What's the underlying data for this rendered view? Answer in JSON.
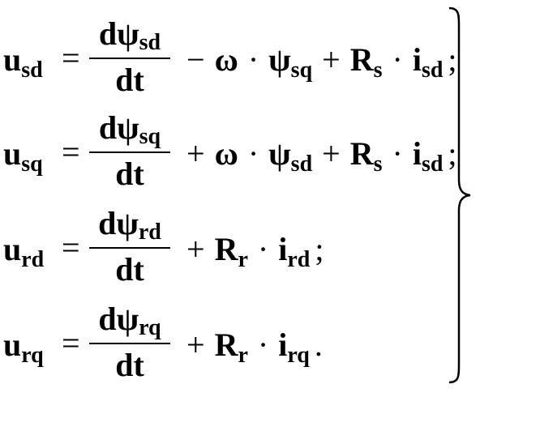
{
  "equations": [
    {
      "lhs_main": "u",
      "lhs_sub": "sd",
      "num_main": "dψ",
      "num_sub": "sd",
      "den": "dt",
      "rhs": [
        {
          "t": "op",
          "v": "−"
        },
        {
          "t": "sym",
          "v": "ω"
        },
        {
          "t": "op",
          "v": "·"
        },
        {
          "t": "sym",
          "v": "ψ"
        },
        {
          "t": "sub",
          "v": "sq"
        },
        {
          "t": "op",
          "v": "+"
        },
        {
          "t": "sym",
          "v": "R"
        },
        {
          "t": "sub",
          "v": "s"
        },
        {
          "t": "op",
          "v": "·"
        },
        {
          "t": "sym",
          "v": "i"
        },
        {
          "t": "sub",
          "v": "sd"
        },
        {
          "t": "op",
          "v": ";"
        }
      ]
    },
    {
      "lhs_main": "u",
      "lhs_sub": "sq",
      "num_main": "dψ",
      "num_sub": "sq",
      "den": "dt",
      "rhs": [
        {
          "t": "op",
          "v": "+"
        },
        {
          "t": "sym",
          "v": "ω"
        },
        {
          "t": "op",
          "v": "·"
        },
        {
          "t": "sym",
          "v": "ψ"
        },
        {
          "t": "sub",
          "v": "sd"
        },
        {
          "t": "op",
          "v": "+"
        },
        {
          "t": "sym",
          "v": "R"
        },
        {
          "t": "sub",
          "v": "s"
        },
        {
          "t": "op",
          "v": "·"
        },
        {
          "t": "sym",
          "v": "i"
        },
        {
          "t": "sub",
          "v": "sd"
        },
        {
          "t": "op",
          "v": ";"
        }
      ]
    },
    {
      "lhs_main": "u",
      "lhs_sub": "rd",
      "num_main": "dψ",
      "num_sub": "rd",
      "den": "dt",
      "rhs": [
        {
          "t": "op",
          "v": "+"
        },
        {
          "t": "sym",
          "v": "R"
        },
        {
          "t": "sub",
          "v": "r"
        },
        {
          "t": "op",
          "v": "·"
        },
        {
          "t": "sym",
          "v": "i"
        },
        {
          "t": "sub",
          "v": "rd"
        },
        {
          "t": "op",
          "v": ";"
        }
      ]
    },
    {
      "lhs_main": "u",
      "lhs_sub": "rq",
      "num_main": "dψ",
      "num_sub": "rq",
      "den": "dt",
      "rhs": [
        {
          "t": "op",
          "v": "+"
        },
        {
          "t": "sym",
          "v": "R"
        },
        {
          "t": "sub",
          "v": "r"
        },
        {
          "t": "op",
          "v": "·"
        },
        {
          "t": "sym",
          "v": "i"
        },
        {
          "t": "sub",
          "v": "rq"
        },
        {
          "t": "op",
          "v": "."
        }
      ]
    }
  ],
  "equals_sign": "="
}
